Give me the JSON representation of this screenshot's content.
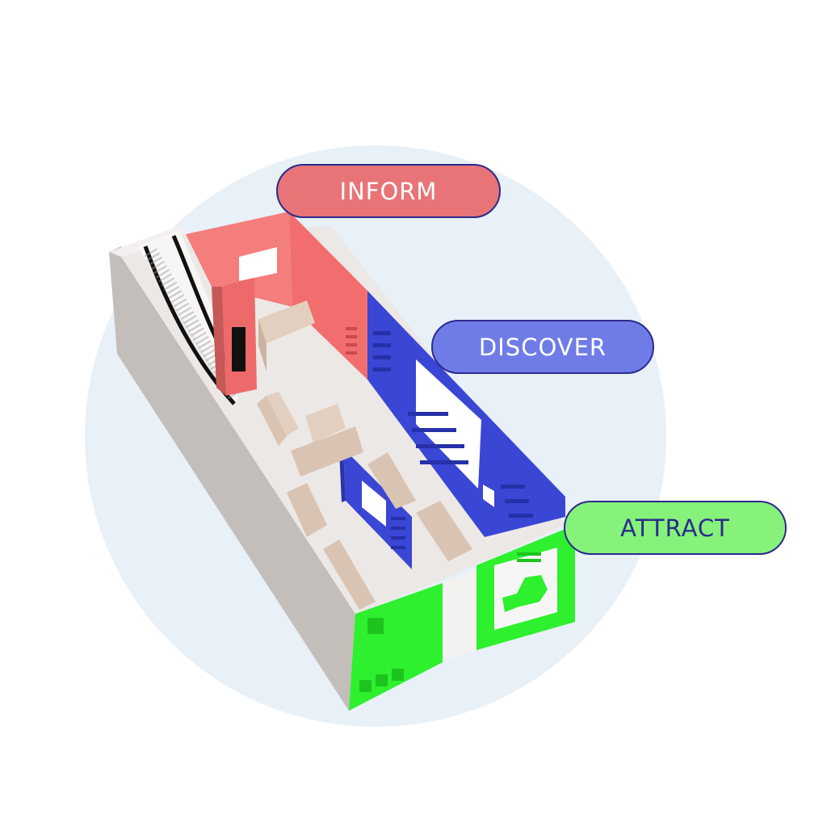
{
  "labels": {
    "inform": "INFORM",
    "discover": "DISCOVER",
    "attract": "ATTRACT"
  },
  "colors": {
    "background_circle": "#e8f0f8",
    "inform": "#f26d6d",
    "inform_pill": "#e87477",
    "discover": "#3a46d4",
    "discover_pill": "#6f7ce8",
    "attract": "#2ef02e",
    "attract_pill": "#86f27a",
    "pill_border": "#2b2a8c",
    "floor": "#ece8e6",
    "outer_wall": "#c4bebb",
    "furniture": "#d9c4b4"
  },
  "icons": {
    "escalator": "escalator-icon",
    "screen": "display-screen-icon"
  }
}
